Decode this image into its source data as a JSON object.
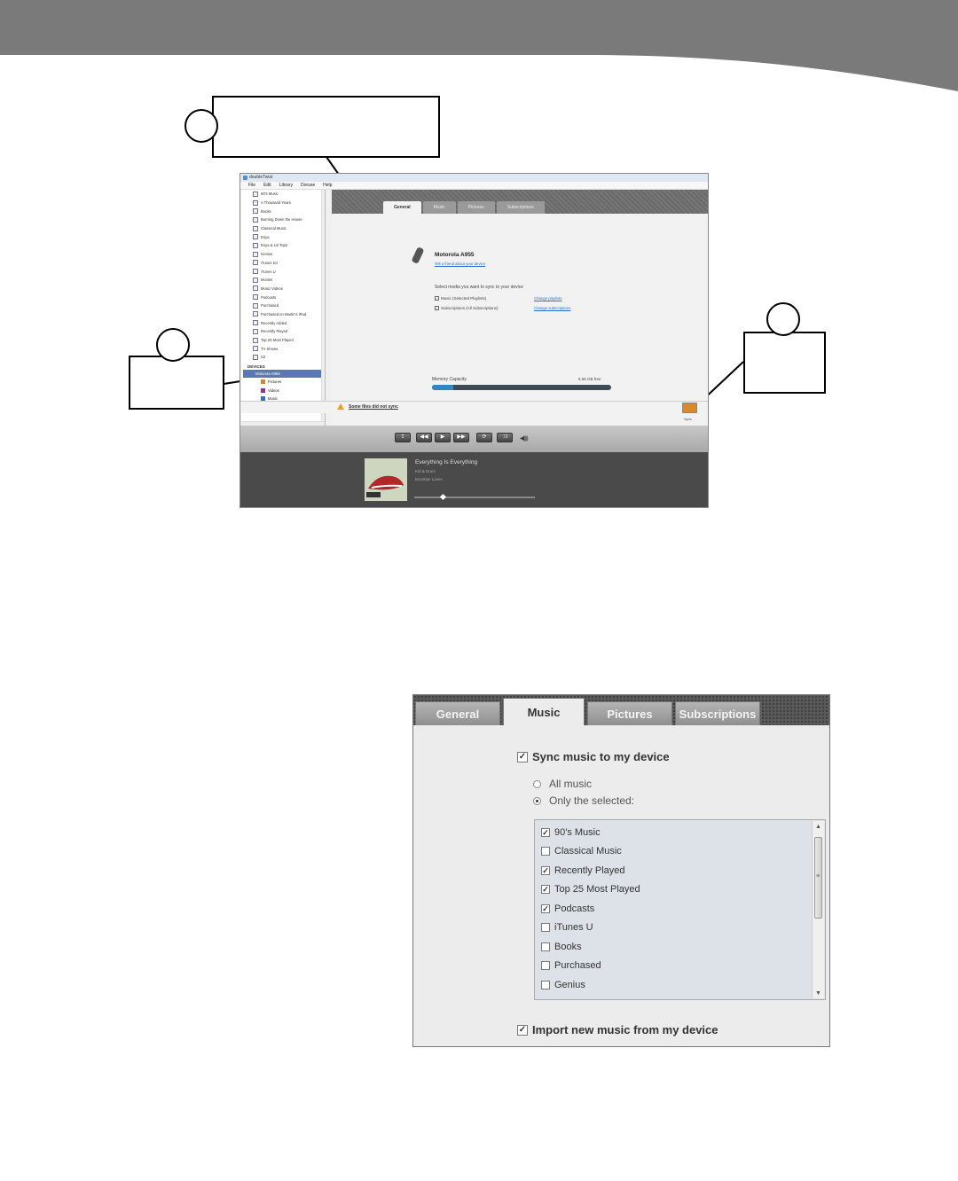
{
  "app": {
    "title": "doubleTwist",
    "menu": [
      "File",
      "Edit",
      "Library",
      "Doruse",
      "Help"
    ]
  },
  "sidebar": {
    "playlists": [
      "90's Music",
      "A Thousand Years",
      "Books",
      "Burning Down the House",
      "Classical Music",
      "Enya",
      "Enya & U2 Tops",
      "Genius",
      "iTunes DJ",
      "iTunes U",
      "Movies",
      "Music Videos",
      "Podcasts",
      "Purchased",
      "Purchased on Martin's iPad",
      "Recently Added",
      "Recently Played",
      "Top 25 Most Played",
      "TV Shows",
      "U2"
    ],
    "devices_header": "DEVICES",
    "device_name": "Motorola A955",
    "device_children": [
      "Pictures",
      "Videos",
      "Music"
    ]
  },
  "content": {
    "tabs": [
      "General",
      "Music",
      "Pictures",
      "Subscriptions"
    ],
    "device_title": "Motorola A955",
    "device_link": "Tell a friend about your device",
    "select_media": "Select media you want to sync to your device",
    "media_rows": [
      {
        "label": "Music (Selected Playlists)",
        "link": "Change playlists"
      },
      {
        "label": "Subscriptions (All Subscriptions)",
        "link": "Change subscriptions"
      }
    ],
    "memory_label": "Memory Capacity",
    "memory_free": "6.56 GB free",
    "memory_used_fraction": 0.12,
    "warning": "Some files did not sync",
    "sync_label": "Sync"
  },
  "controls": {
    "buttons": [
      "⇪",
      "◀◀",
      "▶",
      "▶▶",
      "⟳",
      "⤨"
    ],
    "volume": "◀)))))"
  },
  "now_playing": {
    "title": "Everything Is Everything",
    "artist": "Kid & Drum",
    "album": "Brooklyn Loves",
    "progress_fraction": 0.22
  },
  "panel": {
    "tabs": [
      "General",
      "Music",
      "Pictures",
      "Subscriptions"
    ],
    "active_tab": "Music",
    "sync_music": "Sync music to my device",
    "radio_all": "All music",
    "radio_selected": "Only the selected:",
    "playlists": [
      {
        "label": "90's Music",
        "checked": true
      },
      {
        "label": "Classical Music",
        "checked": false
      },
      {
        "label": "Recently Played",
        "checked": true
      },
      {
        "label": "Top 25 Most Played",
        "checked": true
      },
      {
        "label": "Podcasts",
        "checked": true
      },
      {
        "label": "iTunes U",
        "checked": false
      },
      {
        "label": "Books",
        "checked": false
      },
      {
        "label": "Purchased",
        "checked": false
      },
      {
        "label": "Genius",
        "checked": false
      }
    ],
    "import_music": "Import new music from my device"
  },
  "colors": {
    "header_band": "#7a7a7a",
    "link": "#2a6fd6",
    "selection": "#5a78b4",
    "sync_button": "#d88a2a",
    "warning": "#e8a020"
  }
}
